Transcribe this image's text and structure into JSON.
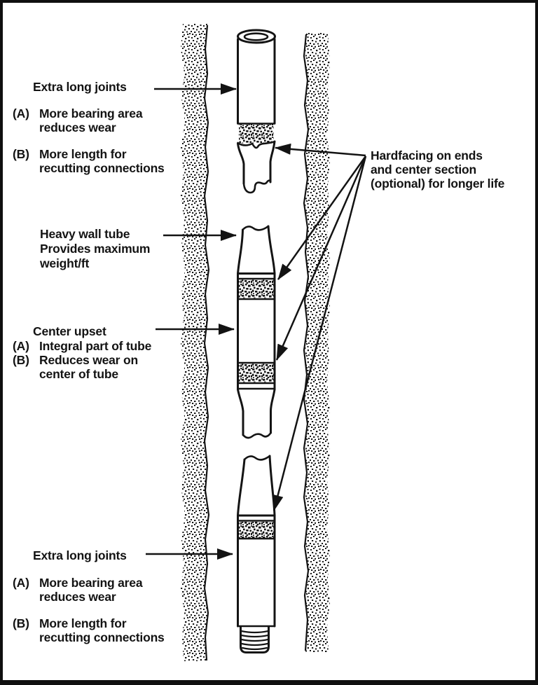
{
  "page": {
    "background": "#ffffff",
    "ink": "#131313",
    "description": "Heavy-weight drill pipe diagram inside a borehole"
  },
  "labels": {
    "top_joint": {
      "heading": "Extra long joints",
      "items": [
        {
          "prefix": "(A)",
          "lines": [
            "More bearing area",
            "reduces wear"
          ]
        },
        {
          "prefix": "(B)",
          "lines": [
            "More length for",
            "recutting connections"
          ]
        }
      ]
    },
    "heavy_wall": {
      "lines": [
        "Heavy wall tube",
        "Provides maximum",
        "weight/ft"
      ]
    },
    "center_upset": {
      "heading": "Center upset",
      "items": [
        {
          "prefix": "(A)",
          "lines": [
            "Integral part of tube"
          ]
        },
        {
          "prefix": "(B)",
          "lines": [
            "Reduces wear on",
            "center of tube"
          ]
        }
      ]
    },
    "bottom_joint": {
      "heading": "Extra long joints",
      "items": [
        {
          "prefix": "(A)",
          "lines": [
            "More bearing area",
            "reduces wear"
          ]
        },
        {
          "prefix": "(B)",
          "lines": [
            "More length for",
            "recutting connections"
          ]
        }
      ]
    },
    "hardfacing": {
      "lines": [
        "Hardfacing on ends",
        "and center section",
        "(optional) for longer life"
      ]
    }
  }
}
